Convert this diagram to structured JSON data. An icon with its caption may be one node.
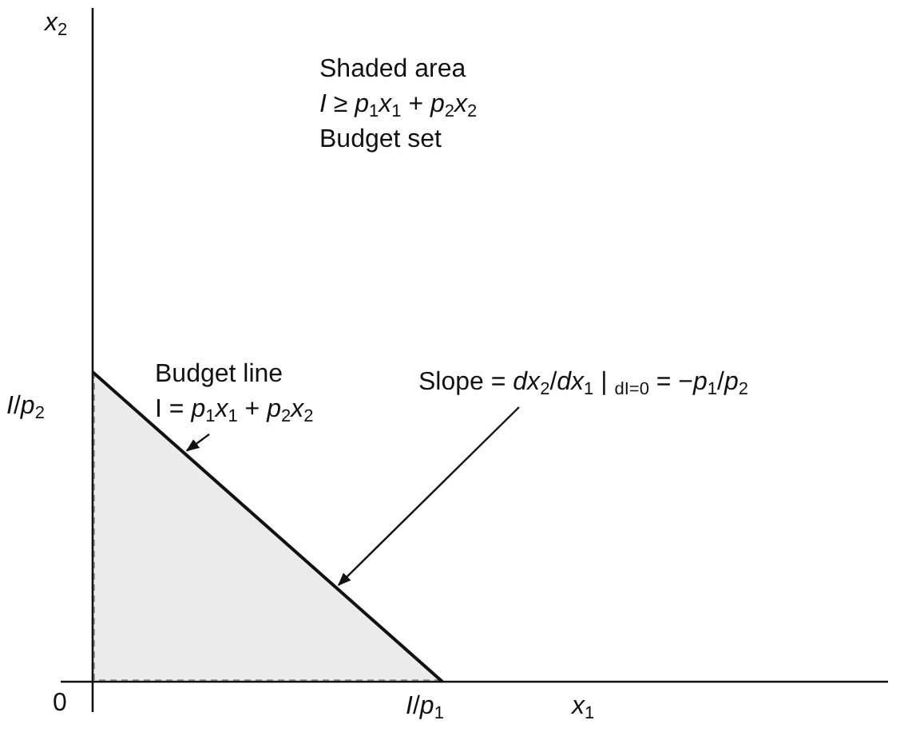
{
  "diagram": {
    "nodes": [
      {
        "text": [
          "Budget line",
          "I = *p*$_{1}$*x*$_{1}$ + *p*$_{2}$*x*$_{2}$"
        ]
      },
      {
        "text": [
          "Slope = *dx*$_{2}$/*dx*$_{1}$ | $_{dI=0}$ = −*p*$_{1}$/*p*$_{2}$"
        ]
      },
      {
        "text": [],
        "shape": "line"
      }
    ],
    "edges": [
      {
        "from": 0,
        "to": 2,
        "arrow": "to"
      },
      {
        "from": 1,
        "to": 2,
        "arrow": "to"
      }
    ],
    "labels": [
      "*x*$_{2}$",
      "Shaded area",
      "*I* ≥ *p*$_{1}$*x*$_{1}$ + *p*$_{2}$*x*$_{2}$",
      "Budget set",
      "*I*/*p*$_{2}$",
      "0",
      "*I*/*p*$_{1}$",
      "*x*$_{1}$"
    ]
  }
}
